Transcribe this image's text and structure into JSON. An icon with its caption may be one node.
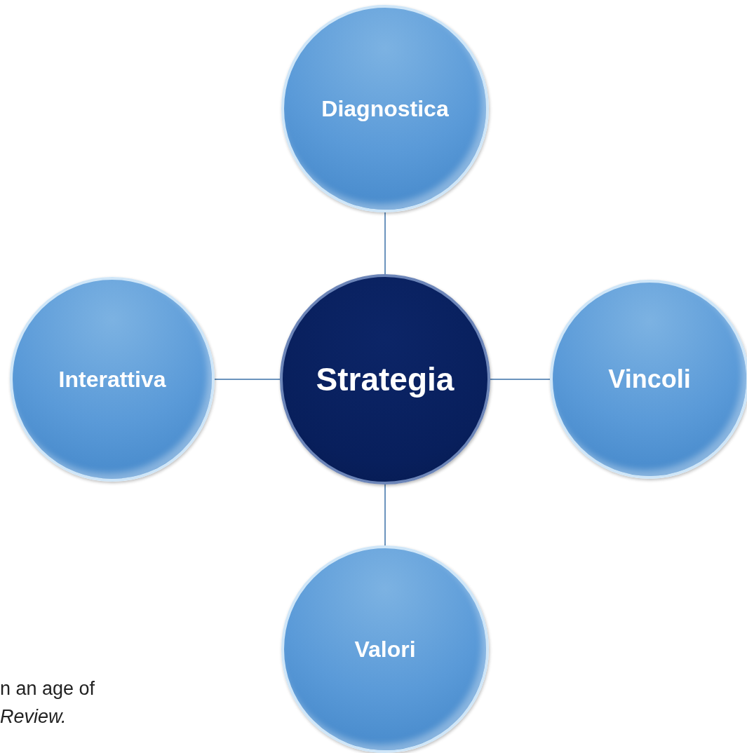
{
  "diagram": {
    "nodes": [
      {
        "text": [
          "Diagnostica"
        ]
      },
      {
        "text": [
          "Interattiva"
        ]
      },
      {
        "text": [
          "Strategia"
        ]
      },
      {
        "text": [
          "Vincoli"
        ]
      },
      {
        "text": [
          "Valori"
        ]
      }
    ],
    "edges": [
      {
        "from": 0,
        "to": 2,
        "arrow": "none"
      },
      {
        "from": 1,
        "to": 2,
        "arrow": "none"
      },
      {
        "from": 2,
        "to": 3,
        "arrow": "none"
      },
      {
        "from": 2,
        "to": 4,
        "arrow": "none"
      }
    ],
    "labels": [
      "n an age of",
      "Review."
    ]
  }
}
